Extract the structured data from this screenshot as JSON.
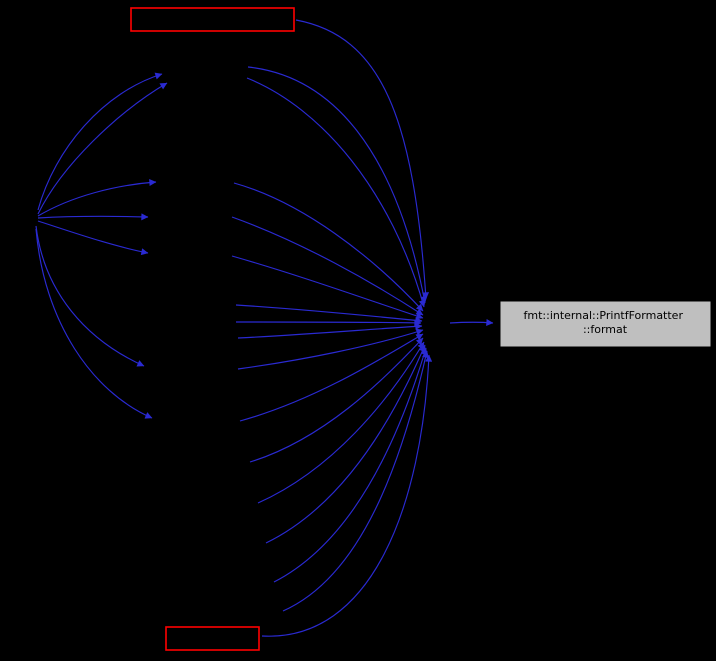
{
  "diagram": {
    "type": "call-graph",
    "background_color": "#000000",
    "edge_color": "#2a2ad2",
    "nodes": {
      "format_node": {
        "label_line1": "fmt::internal::PrintfFormatter",
        "label_line2": "::format",
        "fill_color": "#bfbfbf",
        "text_color": "#000000"
      },
      "top_unlabeled_node": {
        "border_color": "#ff0000"
      },
      "bottom_unlabeled_node": {
        "border_color": "#ff0000"
      }
    }
  }
}
